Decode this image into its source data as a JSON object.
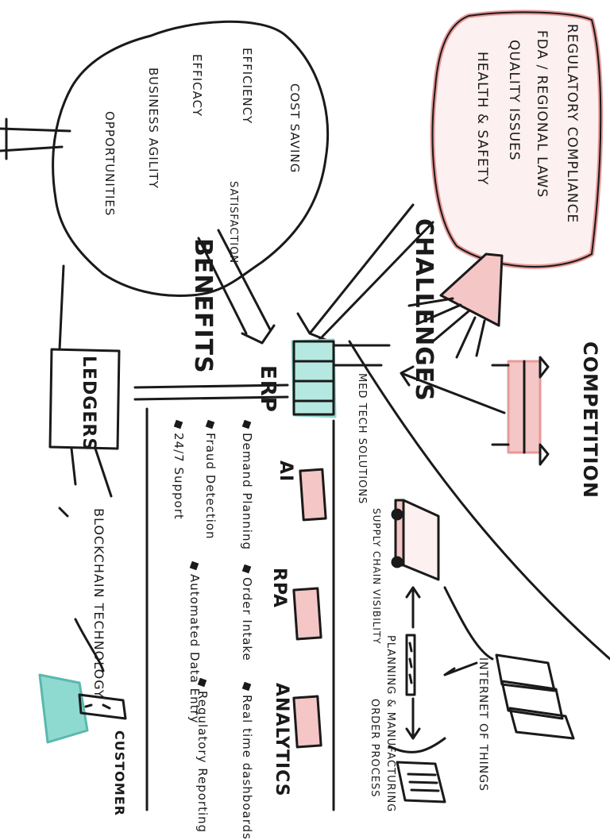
{
  "title": "",
  "challenges": {
    "label": "CHALLENGES",
    "items": [
      "REGULATORY COMPLIANCE",
      "FDA / REGIONAL LAWS",
      "QUALITY ISSUES",
      "HEALTH & SAFETY"
    ]
  },
  "competition": {
    "label": "COMPETITION"
  },
  "benefits": {
    "label": "BENEFITS",
    "items": [
      "COST SAVING",
      "EFFICIENCY",
      "EFFICACY",
      "BUSINESS AGILITY",
      "OPPORTUNITIES",
      "SATISFACTION"
    ]
  },
  "erp": {
    "label": "ERP"
  },
  "medtech": {
    "label": "MED TECH SOLUTIONS"
  },
  "ledgers": {
    "label": "LEDGERS"
  },
  "blockchain": {
    "label": "BLOCKCHAIN TECHNOLOGY"
  },
  "customer": {
    "label": "CUSTOMER"
  },
  "ai": {
    "label": "AI",
    "items": [
      "Demand Planning",
      "Fraud Detection",
      "24/7 Support"
    ]
  },
  "rpa": {
    "label": "RPA",
    "items": [
      "Order Intake",
      "Automated Data Entry"
    ]
  },
  "analytics": {
    "label": "ANALYTICS",
    "items": [
      "Real time dashboards",
      "Regulatory Reporting"
    ]
  },
  "supply_chain": {
    "label": "SUPPLY CHAIN VISIBILITY"
  },
  "planning": {
    "label": "PLANNING & MANUFACTURING"
  },
  "iot": {
    "label": "INTERNET OF THINGS"
  },
  "order_process": {
    "label": "ORDER PROCESS"
  },
  "colors": {
    "ink": "#1a1a1a",
    "pink": "#f4c6c6",
    "pink_stroke": "#e89a9a",
    "teal": "#8ed9d0"
  }
}
